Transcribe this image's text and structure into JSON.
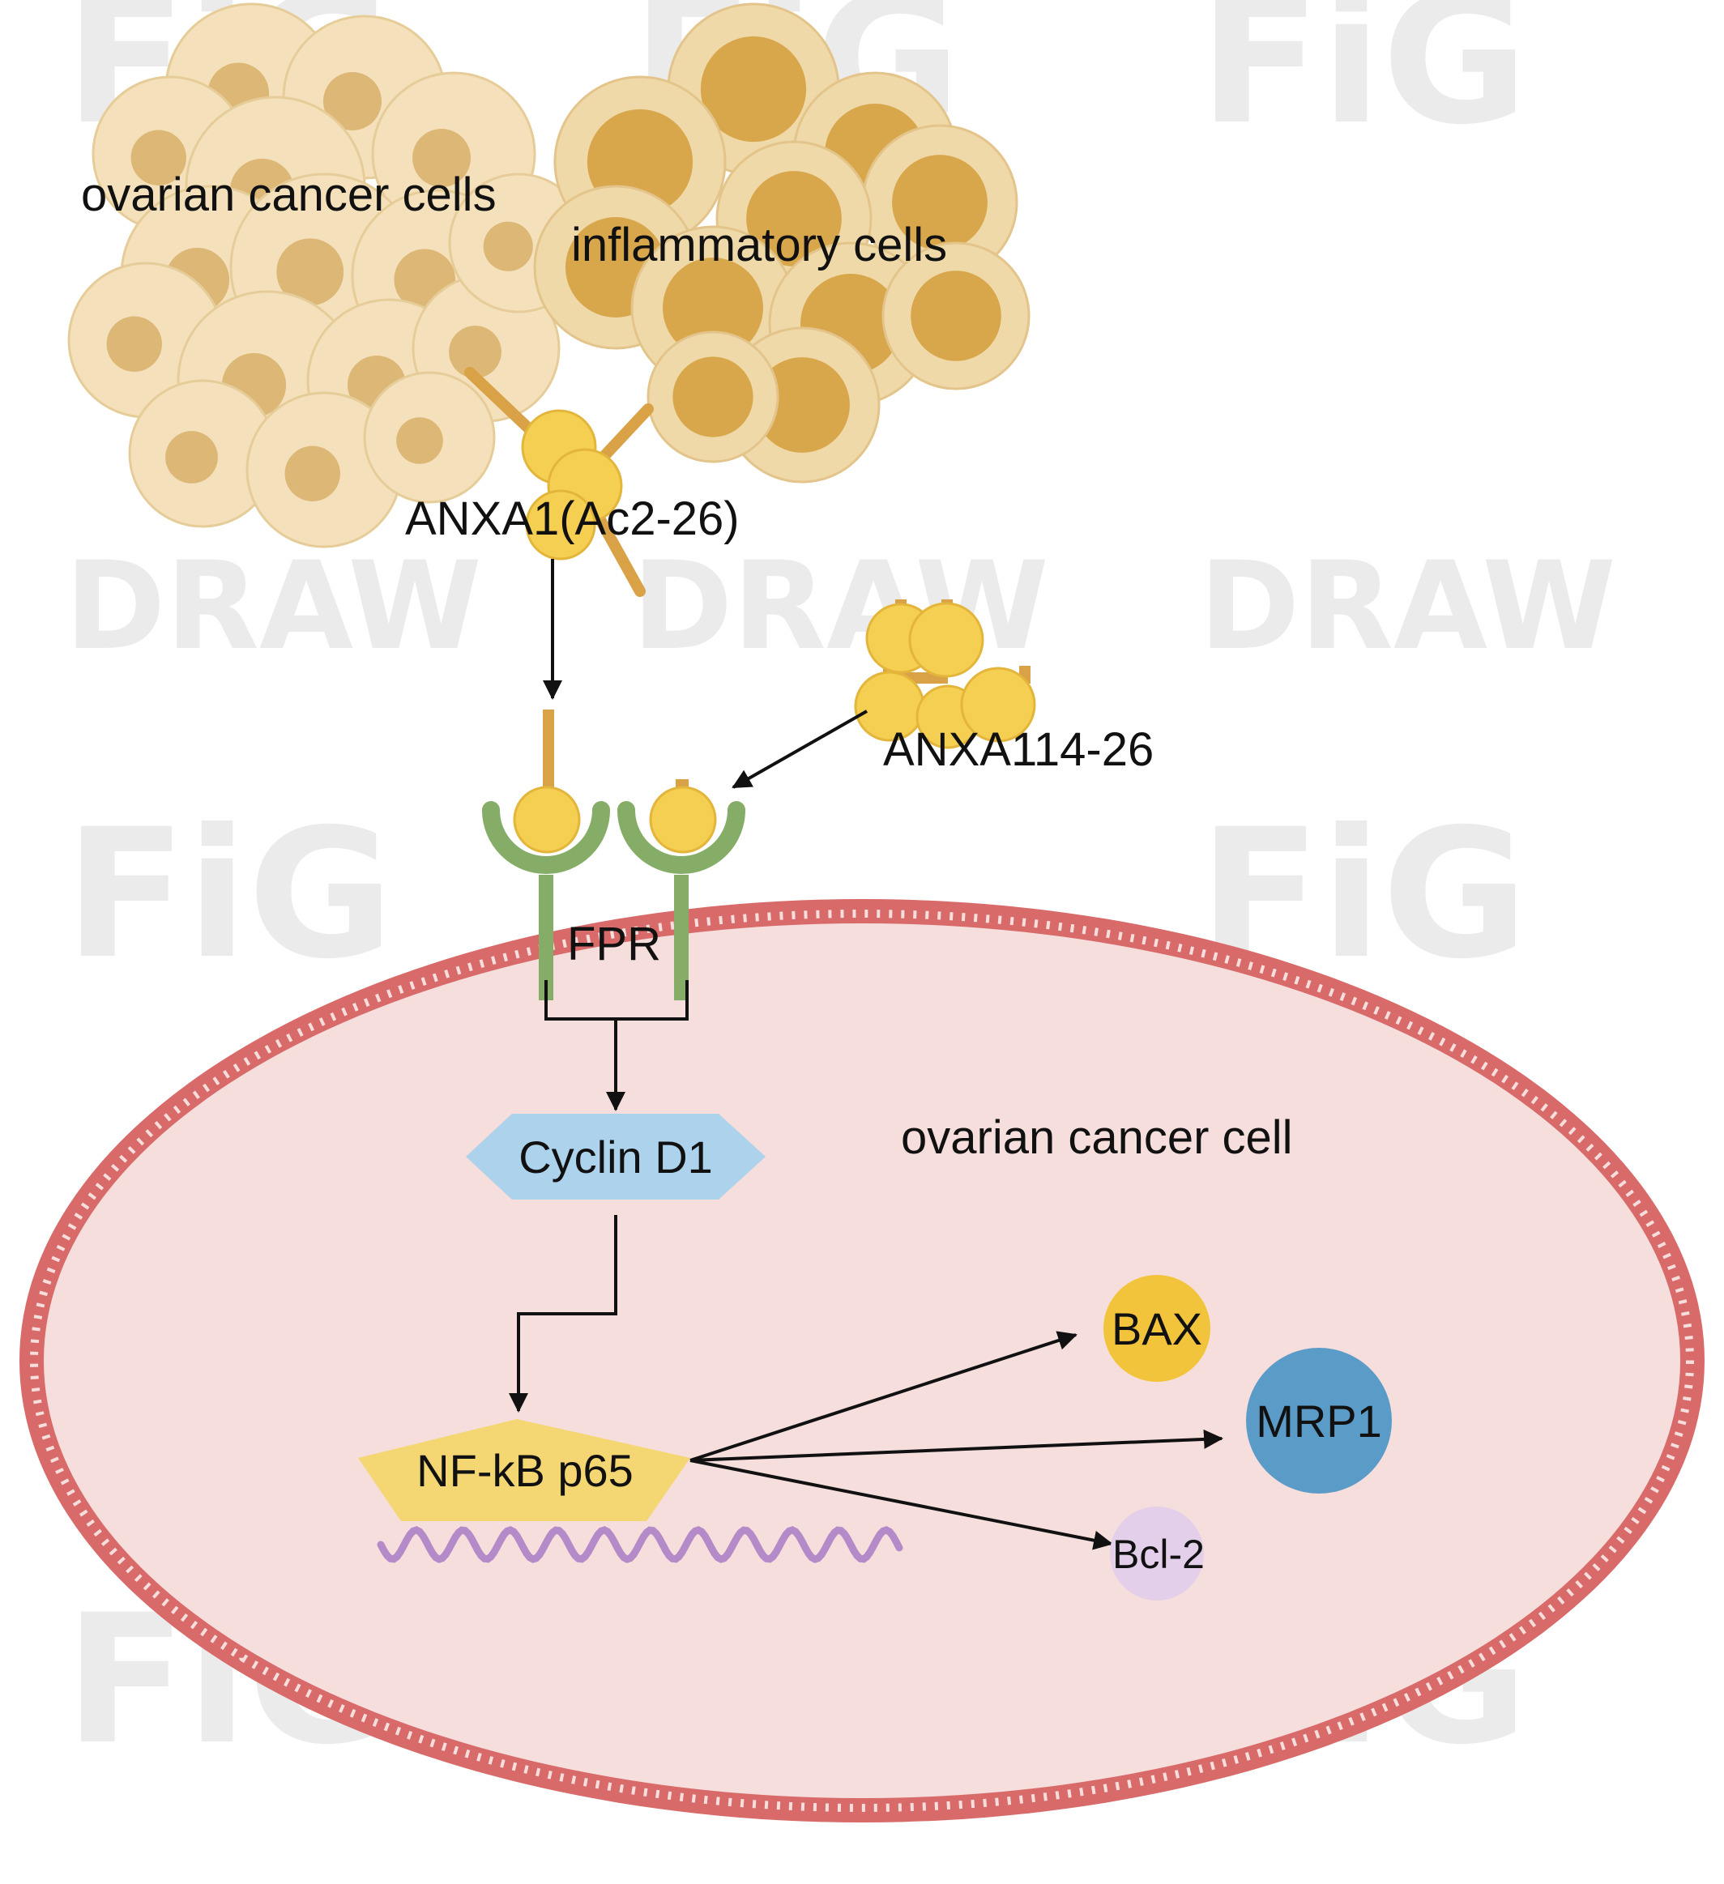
{
  "labels": {
    "ovarian_cancer_cells": "ovarian cancer cells",
    "inflammatory_cells": "inflammatory cells",
    "anxa1_ac2_26": "ANXA1(Ac2-26)",
    "anxa1_14_26": "ANXA114-26",
    "fpr": "FPR",
    "ovarian_cancer_cell": "ovarian cancer cell",
    "cyclin_d1": "Cyclin D1",
    "nfkb_p65": "NF-kB p65",
    "bax": "BAX",
    "mrp1": "MRP1",
    "bcl2": "Bcl-2"
  },
  "watermark": {
    "line1": "FiG",
    "line2": "DRAW"
  },
  "colors": {
    "cell_body": "#f4e1bb",
    "cell_nucleus": "#dcb776",
    "inflammatory_outer": "#f0d9a8",
    "inflammatory_nucleus": "#d8a74c",
    "membrane": "#d96a6a",
    "cytoplasm": "#f6dedd",
    "receptor": "#86ad68",
    "ligand": "#f5cf52",
    "ligand_stem": "#d9a247",
    "cyclin_d1": "#acd2ec",
    "nfkb": "#f4d672",
    "dna": "#b48ac9",
    "bax": "#f2c43c",
    "mrp1": "#5b9bc7",
    "bcl2": "#e3cfe9"
  }
}
